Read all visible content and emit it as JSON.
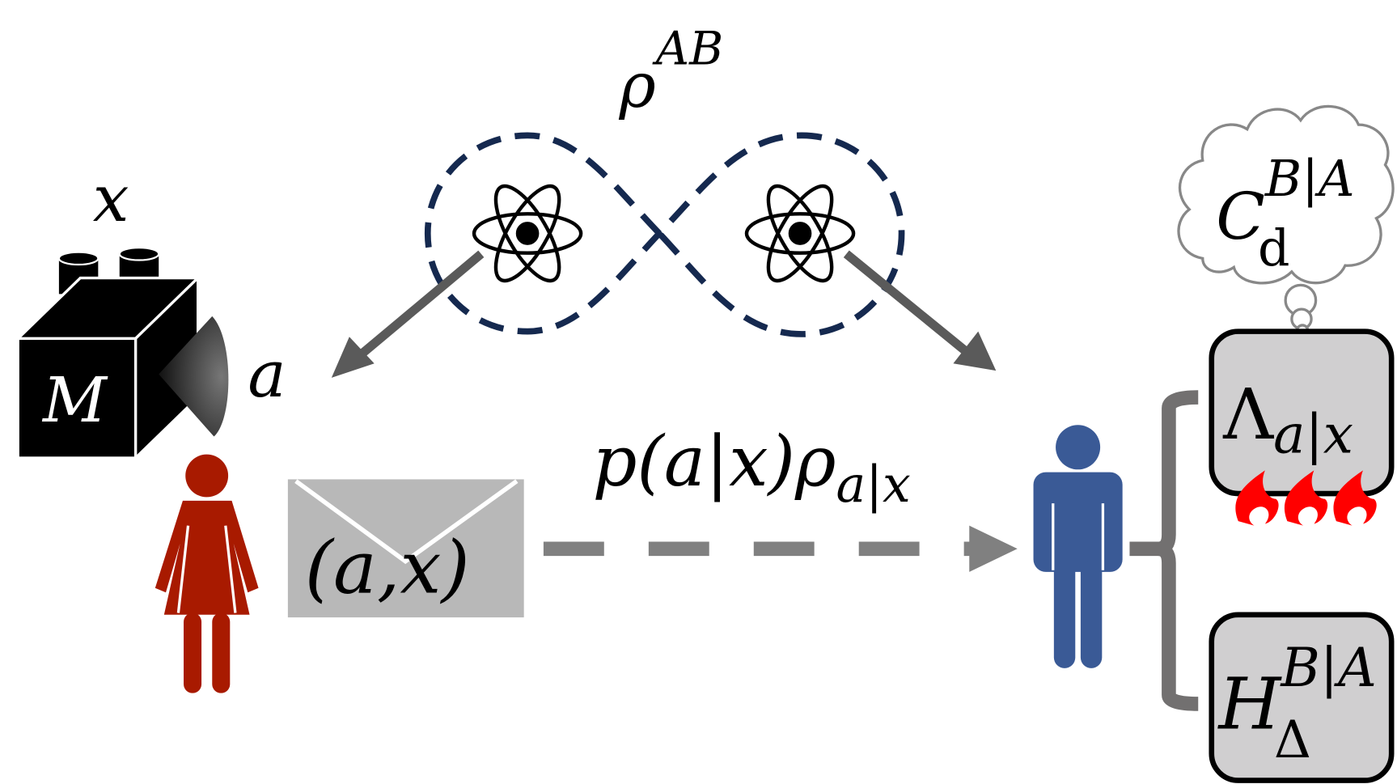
{
  "labels": {
    "state": {
      "base": "ρ",
      "sup": "AB"
    },
    "measurement_input": "x",
    "measurement_device": "M",
    "measurement_output": "a",
    "message": "(a,x)",
    "assemblage": {
      "prefix": "p(a|x)",
      "base": "ρ",
      "sub": "a|x"
    },
    "thought": {
      "base": "C",
      "sub": "d",
      "sup": "B|A"
    },
    "operator": {
      "base": "Λ",
      "sub": "a|x"
    },
    "entropy": {
      "base": "H",
      "sub": "Δ",
      "sup": "B|A"
    }
  },
  "colors": {
    "alice": "#a81a00",
    "bob": "#3a5a96",
    "entanglement": "#15294f",
    "arrow": "#5a5a5a",
    "envelope": "#b8b8b8",
    "box": "#d0cfd0",
    "fire": "#ff0000"
  }
}
